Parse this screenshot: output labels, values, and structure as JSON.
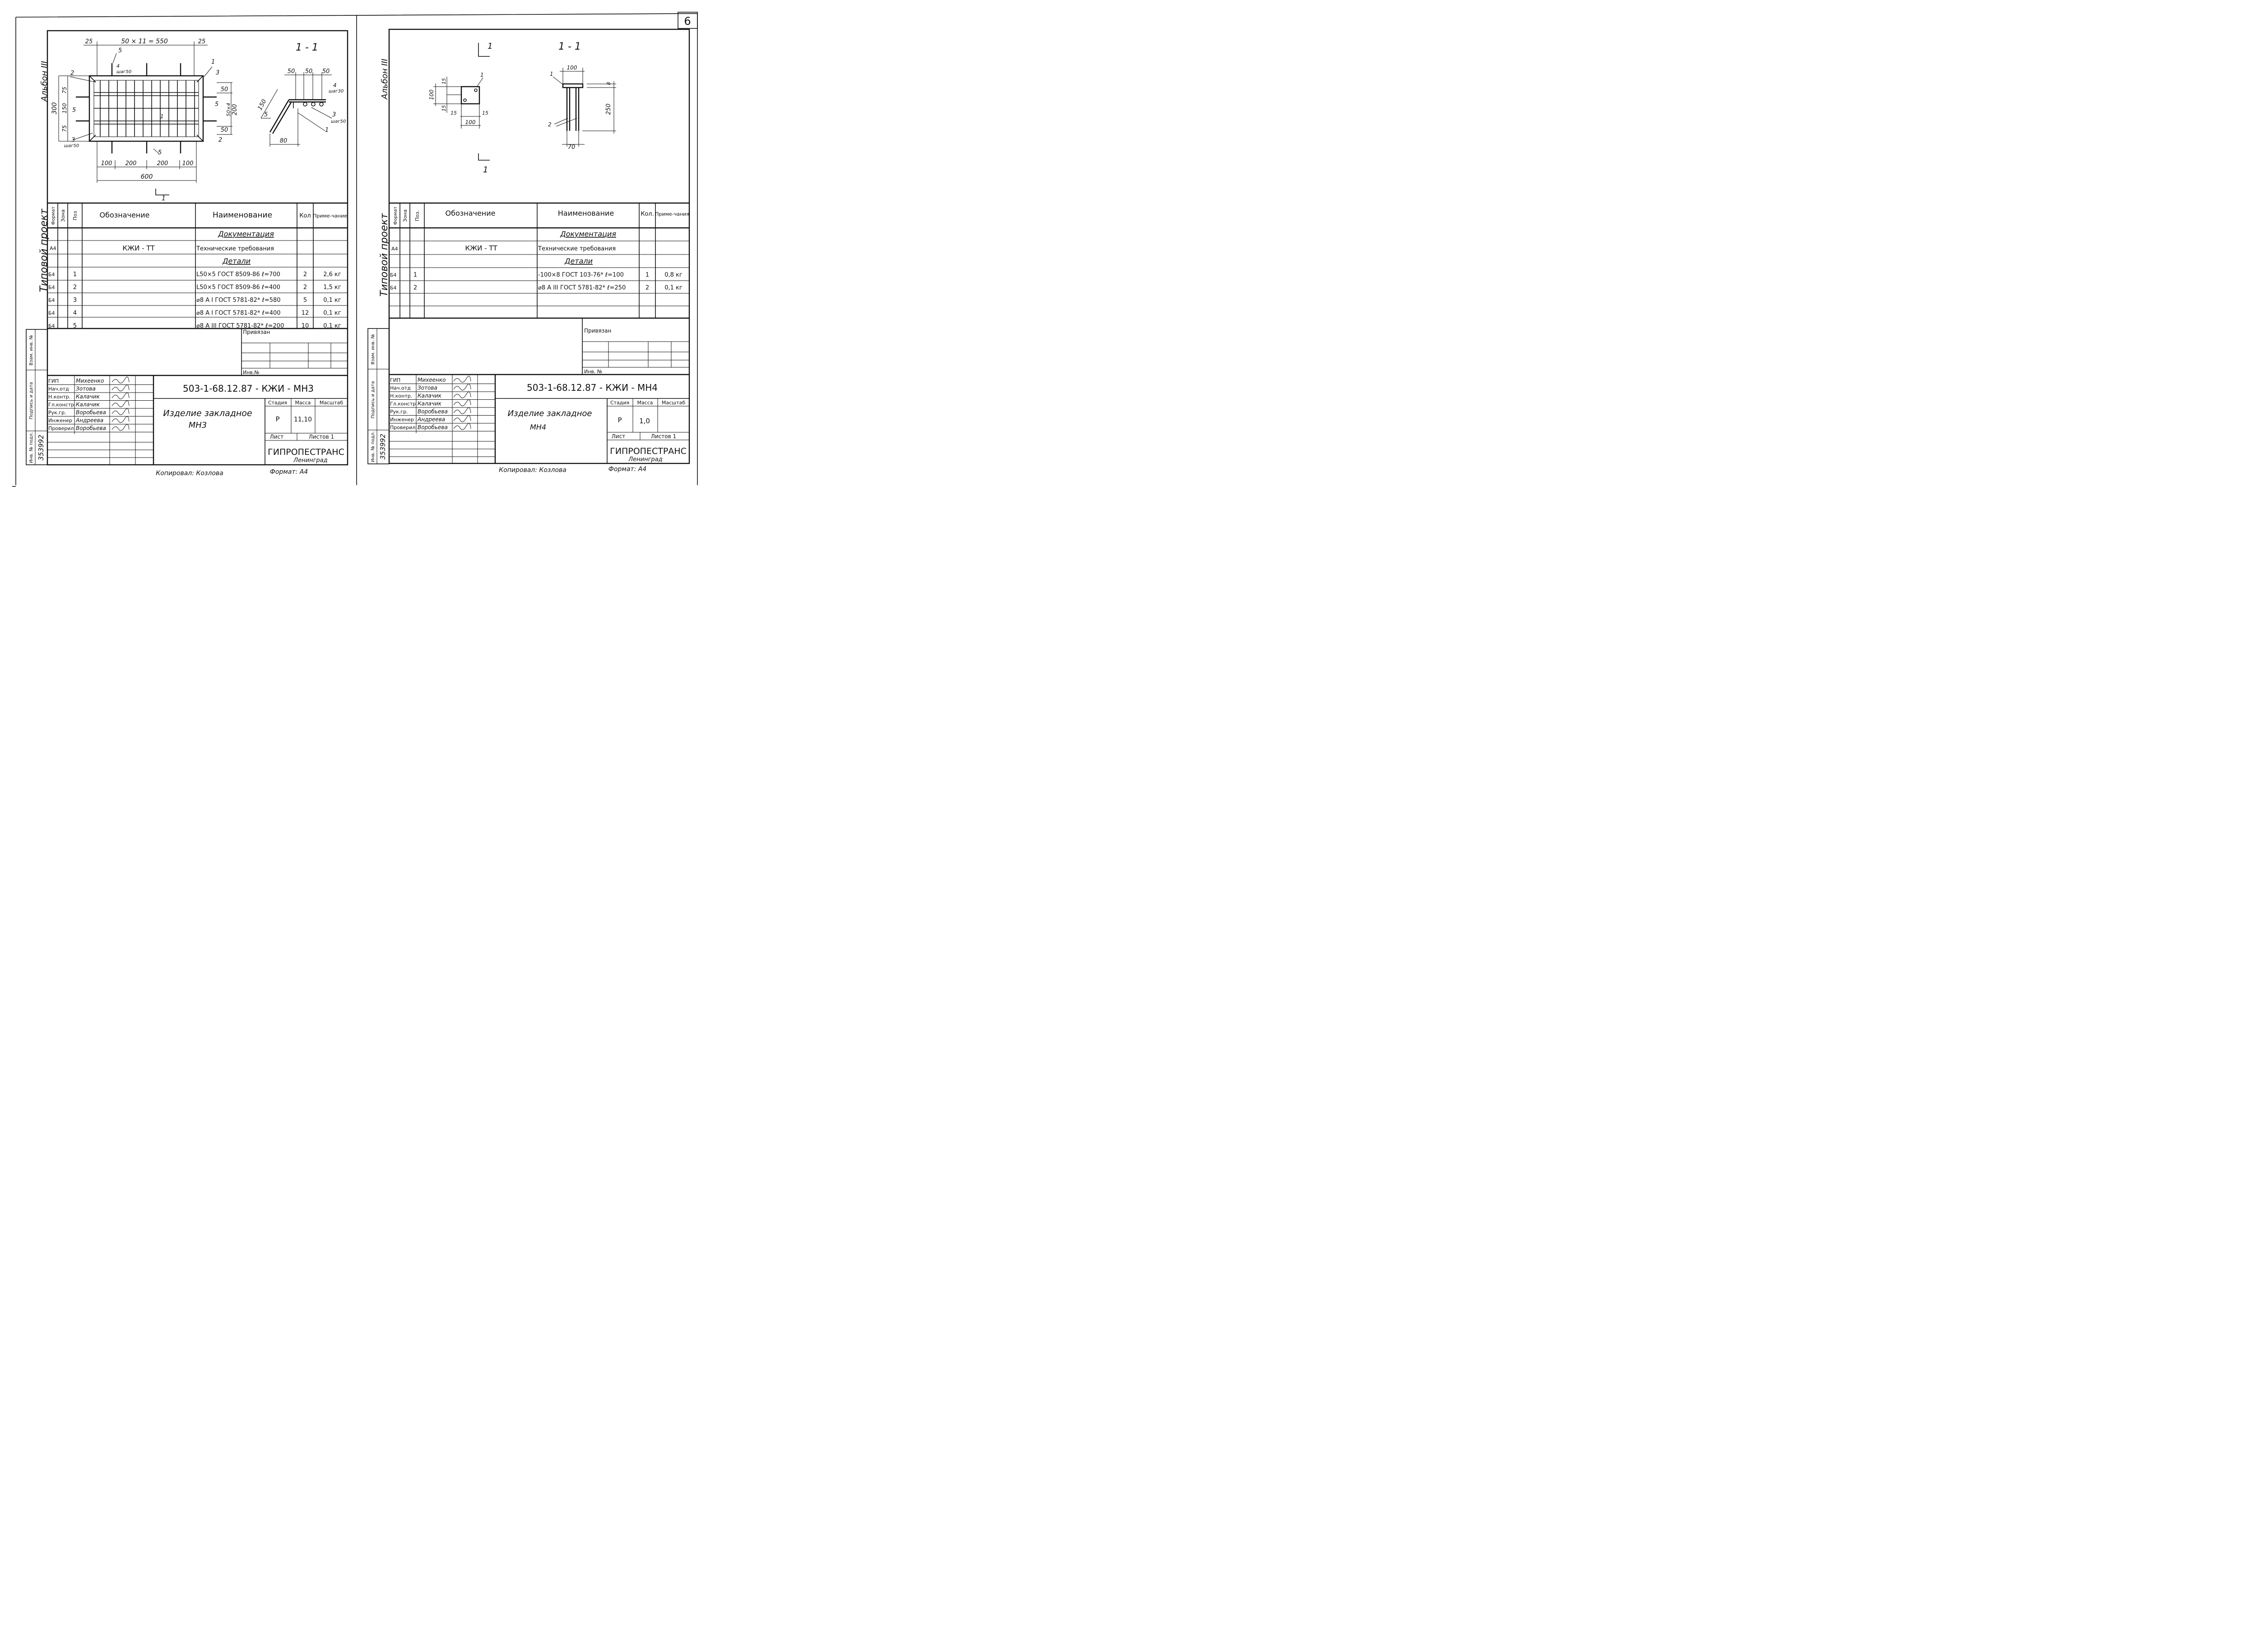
{
  "page_number": "6",
  "left": {
    "album": "Альбон III",
    "project": "Типовой проект",
    "drawing": {
      "section_title": "1 - 1",
      "dims_top": [
        "25",
        "50 × 11 = 550",
        "25"
      ],
      "dims_bottom": [
        "100",
        "200",
        "200",
        "100"
      ],
      "overall_width": "600",
      "left_dims": [
        "300",
        "75",
        "150",
        "75"
      ],
      "right_dims": [
        "50",
        "50",
        "50×4",
        "200"
      ],
      "section_dims_top": [
        "50",
        "50",
        "50"
      ],
      "section_dim_diag": "150",
      "section_dim_bottom": "80",
      "positions": [
        "1",
        "2",
        "3",
        "4",
        "5"
      ],
      "step_label": "шаг50",
      "step_label_30": "шаг30",
      "cut_mark": "1"
    },
    "spec": {
      "headers": [
        "Формат",
        "Зона",
        "Поз",
        "Обозначение",
        "Наименование",
        "Кол",
        "Приме-чание"
      ],
      "sections": [
        "Документация",
        "Детали"
      ],
      "doc_row": {
        "format": "А4",
        "designation": "КЖИ - ТТ",
        "name": "Технические требования"
      },
      "rows": [
        {
          "format": "Б4",
          "pos": "1",
          "name": "L50×5 ГОСТ 8509-86 ℓ=700",
          "qty": "2",
          "note": "2,6 кг"
        },
        {
          "format": "Б4",
          "pos": "2",
          "name": "L50×5 ГОСТ 8509-86 ℓ=400",
          "qty": "2",
          "note": "1,5 кг"
        },
        {
          "format": "Б4",
          "pos": "3",
          "name": "⌀8 А I ГОСТ 5781-82* ℓ=580",
          "qty": "5",
          "note": "0,1 кг"
        },
        {
          "format": "Б4",
          "pos": "4",
          "name": "⌀8 А I ГОСТ 5781-82* ℓ=400",
          "qty": "12",
          "note": "0,1 кг"
        },
        {
          "format": "Б4",
          "pos": "5",
          "name": "⌀8 А III ГОСТ 5781-82* ℓ=200",
          "qty": "10",
          "note": "0,1 кг"
        }
      ]
    },
    "stamp": {
      "bound": "Привязан",
      "inv": "Инв.№",
      "code": "503-1-68.12.87 - КЖИ - МН3",
      "title_line1": "Изделие закладное",
      "title_line2": "МН3",
      "stage_label": "Стадия",
      "mass_label": "Масса",
      "scale_label": "Масштаб",
      "stage": "Р",
      "mass": "11,10",
      "sheet_label": "Лист",
      "sheets_label": "Листов 1",
      "org": "ГИПРОПЕСТРАНС",
      "city": "Ленинград",
      "people": [
        {
          "role": "ГИП",
          "name": "Михеенко"
        },
        {
          "role": "Нач.отд",
          "name": "Зотова"
        },
        {
          "role": "Н.контр.",
          "name": "Калачик"
        },
        {
          "role": "Гл.констр",
          "name": "Калачик"
        },
        {
          "role": "Рук.гр.",
          "name": "Воробьева"
        },
        {
          "role": "Инженер",
          "name": "Андреева"
        },
        {
          "role": "Проверил",
          "name": "Воробьева"
        }
      ],
      "side_labels": [
        "Взам. инв. №",
        "Подпись и дата",
        "Инв. № подл."
      ],
      "inv_number": "353992"
    },
    "footer_copy": "Копировал: Козлова",
    "footer_format": "Формат: А4"
  },
  "right": {
    "album": "Альбон III",
    "project": "Типовой проект",
    "drawing": {
      "section_title": "1 - 1",
      "plan_dims": [
        "15",
        "100",
        "15",
        "15",
        "15",
        "100"
      ],
      "section_dims": [
        "100",
        "8",
        "250",
        "70"
      ],
      "positions": [
        "1",
        "2"
      ],
      "cut_mark": "1"
    },
    "spec": {
      "headers": [
        "Формат",
        "Зона",
        "Поз.",
        "Обозначение",
        "Наименование",
        "Кол.",
        "Приме-чания"
      ],
      "sections": [
        "Документация",
        "Детали"
      ],
      "doc_row": {
        "format": "А4",
        "designation": "КЖИ - ТТ",
        "name": "Технические требования"
      },
      "rows": [
        {
          "format": "Б4",
          "pos": "1",
          "name": "-100×8 ГОСТ 103-76* ℓ=100",
          "qty": "1",
          "note": "0,8 кг"
        },
        {
          "format": "Б4",
          "pos": "2",
          "name": "⌀8 А III ГОСТ 5781-82* ℓ=250",
          "qty": "2",
          "note": "0,1 кг"
        }
      ]
    },
    "stamp": {
      "bound": "Привязан",
      "inv": "Инв. №",
      "code": "503-1-68.12.87 - КЖИ - МН4",
      "title_line1": "Изделие закладное",
      "title_line2": "МН4",
      "stage_label": "Стадия",
      "mass_label": "Масса",
      "scale_label": "Масштаб",
      "stage": "Р",
      "mass": "1,0",
      "sheet_label": "Лист",
      "sheets_label": "Листов 1",
      "org": "ГИПРОПЕСТРАНС",
      "city": "Ленинград",
      "people": [
        {
          "role": "ГИП",
          "name": "Михеенко"
        },
        {
          "role": "Нач.отд",
          "name": "Зотова"
        },
        {
          "role": "Н.контр.",
          "name": "Калачик"
        },
        {
          "role": "Гл.констр",
          "name": "Калачик"
        },
        {
          "role": "Рук.гр.",
          "name": "Воробьева"
        },
        {
          "role": "Инженер",
          "name": "Андреева"
        },
        {
          "role": "Проверил",
          "name": "Воробьева"
        }
      ],
      "side_labels": [
        "Взам. инв. №",
        "Подпись и дата",
        "Инв. № подл."
      ],
      "inv_number": "353992"
    },
    "footer_copy": "Копировал: Козлова",
    "footer_format": "Формат: А4"
  }
}
